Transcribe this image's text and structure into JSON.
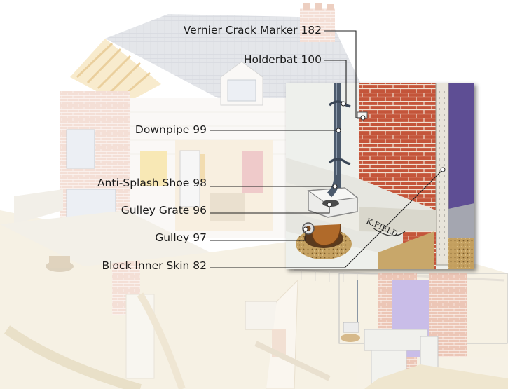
{
  "labels": [
    {
      "id": "vernier-crack-marker",
      "text": "Vernier Crack Marker 182"
    },
    {
      "id": "holderbat",
      "text": "Holderbat 100"
    },
    {
      "id": "downpipe",
      "text": "Downpipe 99"
    },
    {
      "id": "anti-splash-shoe",
      "text": "Anti-Splash Shoe 98"
    },
    {
      "id": "gulley-grate",
      "text": "Gulley Grate 96"
    },
    {
      "id": "gulley",
      "text": "Gulley 97"
    },
    {
      "id": "block-inner-skin",
      "text": "Block Inner Skin 82"
    }
  ],
  "signature": "K.FIELD",
  "colors": {
    "brick": "#c4553a",
    "brick_faded": "#e6b6a4",
    "roof_faded": "#c9cdd4",
    "sky_faded": "#f2ece0",
    "purple_wall": "#6a5a9e",
    "grass": "#9a9d6a",
    "soil": "#b38a4a",
    "pipe": "#4a5868",
    "concrete": "#e9e9e4",
    "leader": "#222222"
  }
}
